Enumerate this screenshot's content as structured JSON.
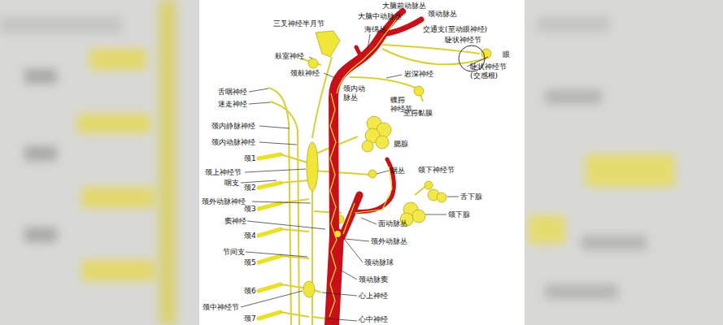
{
  "diagram": {
    "labels": [
      "大脑前动脉丛",
      "大脑中动脉丛",
      "颈动脉丛",
      "三叉神经半月节",
      "海绵丛",
      "交通支(至动眼神经)",
      "睫状神经节",
      "眼",
      "鼓室神经",
      "睫状神经节 (交感根)",
      "颈鼓神经",
      "岩深神经",
      "舌咽神经",
      "蝶腭 神经节",
      "颈内动 脉丛",
      "迷走神经",
      "至腭黏膜",
      "颈内静脉神经",
      "腮腺",
      "颈内动脉神经",
      "颈1",
      "咽丛",
      "颌下神经节",
      "颈上神经节",
      "咽支",
      "颈2",
      "舌下腺",
      "颈外动脉神经",
      "颈3",
      "颌下腺",
      "窦神经",
      "面动脉丛",
      "颈4",
      "颈外动脉丛",
      "节间支",
      "颈动脉球",
      "颈5",
      "颈动脉窦",
      "颈6",
      "心上神经",
      "颈中神经节",
      "颈7",
      "心中神经"
    ]
  }
}
